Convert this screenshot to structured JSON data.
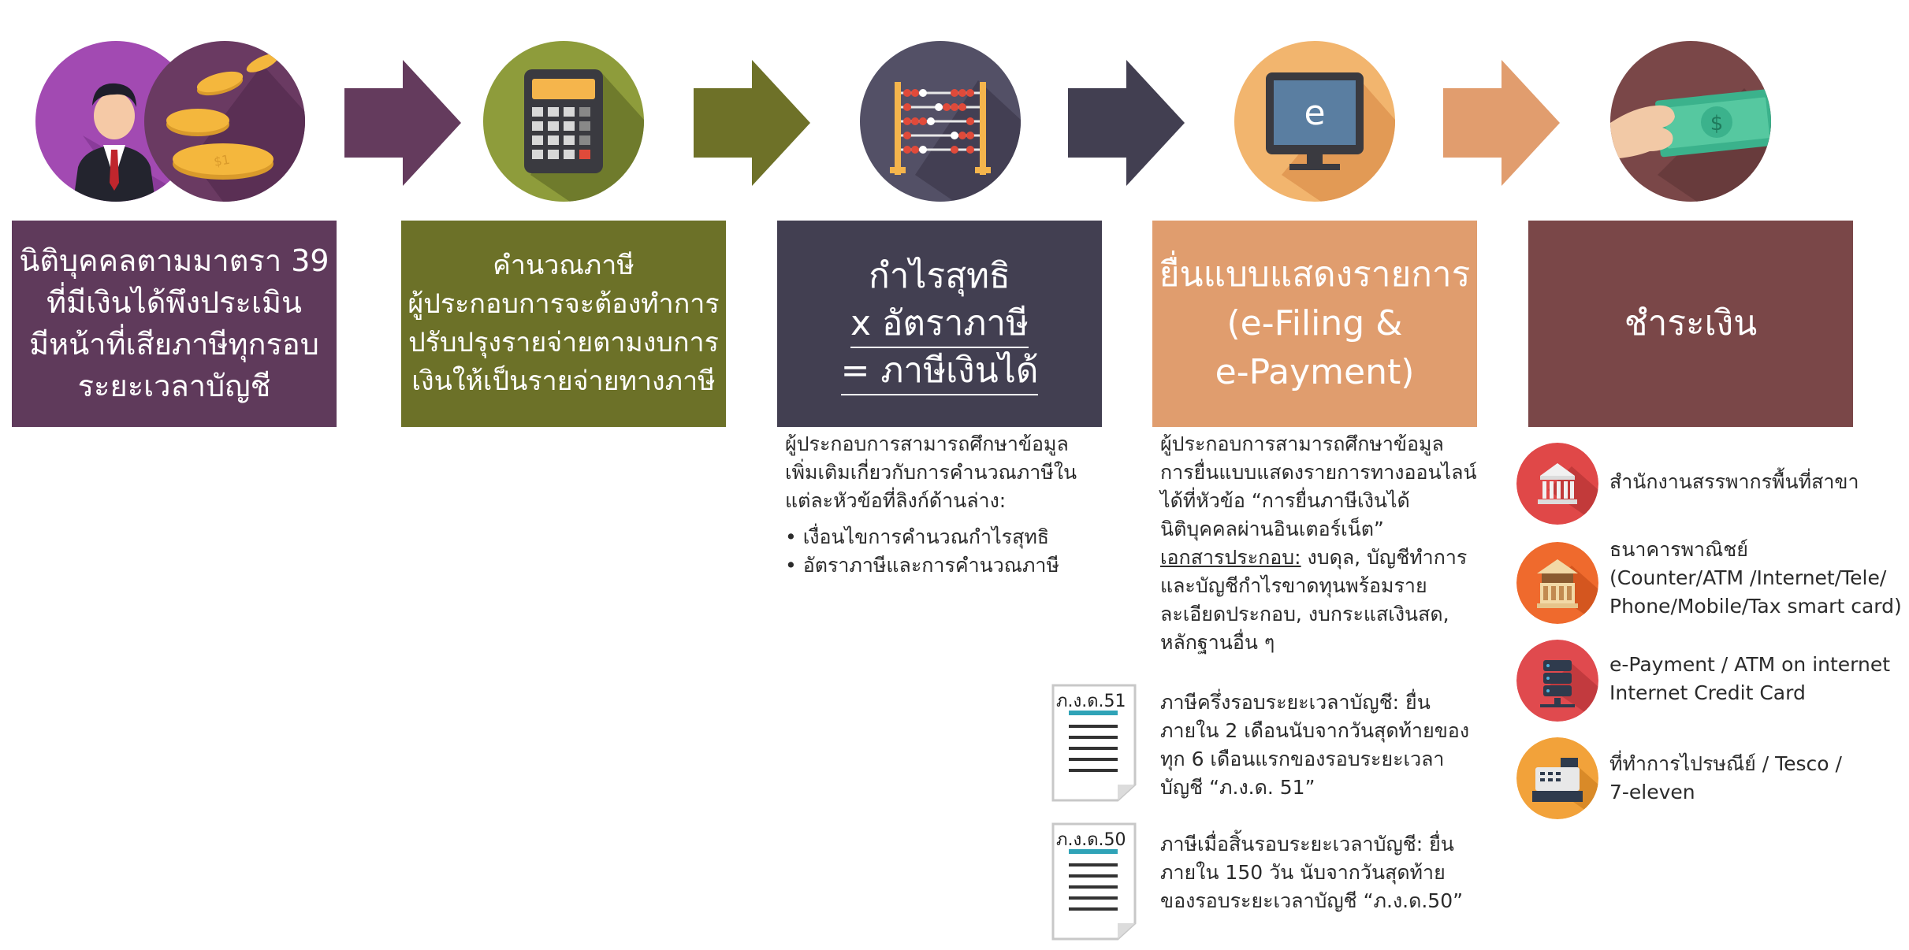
{
  "steps": [
    {
      "lines": [
        "นิติบุคคลตามมาตรา 39",
        "ที่มีเงินได้พึงประเมิน",
        "มีหน้าที่เสียภาษีทุกรอบ",
        "ระยะเวลาบัญชี"
      ]
    },
    {
      "lines": [
        "คำนวณภาษี",
        "ผู้ประกอบการจะต้องทำการ",
        "ปรับปรุงรายจ่ายตามงบการ",
        "เงินให้เป็นรายจ่ายทางภาษี"
      ]
    },
    {
      "lines": [
        "กำไรสุทธิ",
        "x อัตราภาษี",
        "= ภาษีเงินได้"
      ]
    },
    {
      "lines": [
        "ยื่นแบบแสดงรายการ",
        "(e-Filing &",
        "e-Payment)"
      ]
    },
    {
      "lines": [
        "ชำระเงิน"
      ]
    }
  ],
  "calc_note": {
    "lines": [
      "ผู้ประกอบการสามารถศึกษาข้อมูล",
      "เพิ่มเติมเกี่ยวกับการคำนวณภาษีใน",
      "แต่ละหัวข้อที่ลิงก์ด้านล่าง:"
    ],
    "bullets": [
      "• เงื่อนไขการคำนวณกำไรสุทธิ",
      "• อัตราภาษีและการคำนวณภาษี"
    ]
  },
  "filing_note": {
    "lines": [
      "ผู้ประกอบการสามารถศึกษาข้อมูล",
      "การยื่นแบบแสดงรายการทางออนไลน์",
      "ได้ที่หัวข้อ “การยื่นภาษีเงินได้",
      "นิติบุคคลผ่านอินเตอร์เน็ต”"
    ],
    "docs_label": "เอกสารประกอบ:",
    "docs_rest": " งบดุล, บัญชีทำการ",
    "docs_lines": [
      "และบัญชีกำไรขาดทุนพร้อมราย",
      "ละเอียดประกอบ, งบกระแสเงินสด,",
      "หลักฐานอื่น ๆ"
    ]
  },
  "forms": [
    {
      "label": "ภ.ง.ด.51",
      "lines": [
        "ภาษีครึ่งรอบระยะเวลาบัญชี: ยื่น",
        "ภายใน 2 เดือนนับจากวันสุดท้ายของ",
        "ทุก 6 เดือนแรกของรอบระยะเวลา",
        "บัญชี “ภ.ง.ด. 51”"
      ]
    },
    {
      "label": "ภ.ง.ด.50",
      "lines": [
        "ภาษีเมื่อสิ้นรอบระยะเวลาบัญชี: ยื่น",
        "ภายใน 150 วัน นับจากวันสุดท้าย",
        "ของรอบระยะเวลาบัญชี “ภ.ง.ด.50”"
      ]
    }
  ],
  "payment": [
    {
      "icon": "government-building-icon",
      "lines": [
        "สำนักงานสรรพากรพื้นที่สาขา"
      ]
    },
    {
      "icon": "bank-building-icon",
      "lines": [
        "ธนาคารพาณิชย์",
        "(Counter/ATM /Internet/Tele/",
        "Phone/Mobile/Tax smart card)"
      ]
    },
    {
      "icon": "server-database-icon",
      "lines": [
        "e-Payment / ATM on internet",
        "Internet Credit Card"
      ]
    },
    {
      "icon": "cash-register-icon",
      "lines": [
        "ที่ทำการไปรษณีย์ / Tesco /",
        "7-eleven"
      ]
    }
  ],
  "icons": {
    "monitor_letter": "e",
    "coin_mark": "$1",
    "bill_mark": "$"
  },
  "colors": {
    "step1": "#5f3a5b",
    "step2": "#6c7128",
    "step3": "#423f51",
    "step4": "#e09d6e",
    "step5": "#7a4748"
  }
}
